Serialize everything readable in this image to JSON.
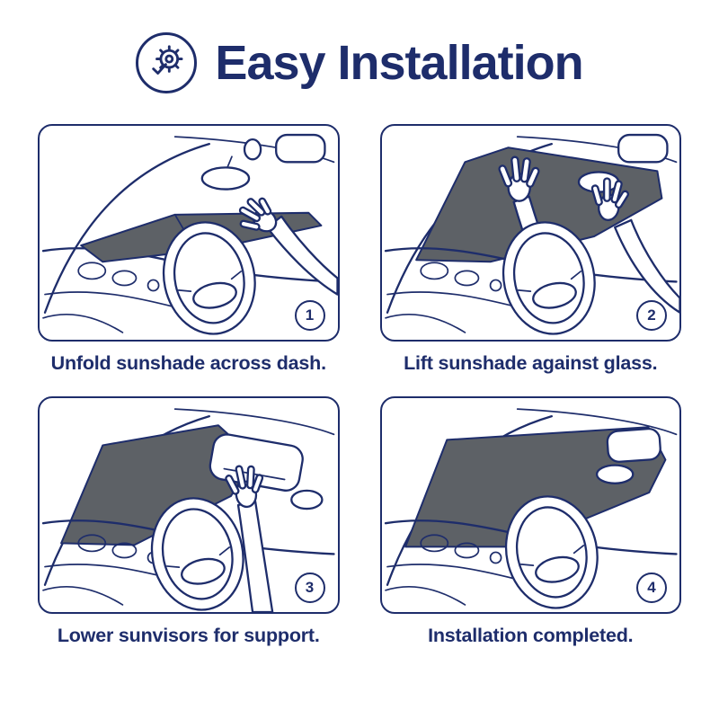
{
  "colors": {
    "accent": "#1e2d6b",
    "sunshade_gray": "#5d6166",
    "background": "#ffffff"
  },
  "header": {
    "title": "Easy Installation",
    "icon": "gear-check-icon"
  },
  "steps": [
    {
      "number": "1",
      "caption": "Unfold sunshade across dash."
    },
    {
      "number": "2",
      "caption": "Lift sunshade against glass."
    },
    {
      "number": "3",
      "caption": "Lower sunvisors for support."
    },
    {
      "number": "4",
      "caption": "Installation completed."
    }
  ]
}
